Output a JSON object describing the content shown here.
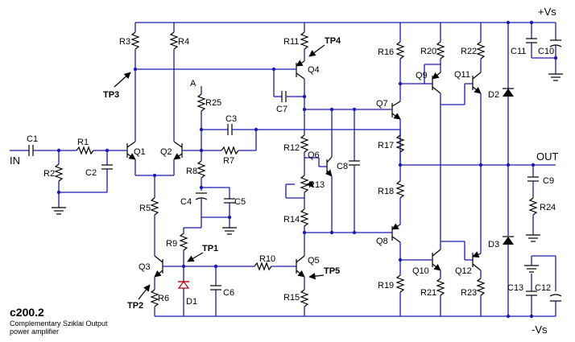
{
  "title": "c200.2",
  "subtitle_line1": "Complementary Sziklai Output",
  "subtitle_line2": "power amplifier",
  "rails": {
    "pos": "+Vs",
    "neg": "-Vs"
  },
  "io": {
    "input": "IN",
    "output": "OUT",
    "node_a": "A"
  },
  "resistors": [
    "R1",
    "R2",
    "R3",
    "R4",
    "R5",
    "R6",
    "R7",
    "R8",
    "R9",
    "R10",
    "R11",
    "R12",
    "R13",
    "R14",
    "R15",
    "R16",
    "R17",
    "R18",
    "R19",
    "R20",
    "R21",
    "R22",
    "R23",
    "R24",
    "R25"
  ],
  "capacitors": [
    "C1",
    "C2",
    "C3",
    "C4",
    "C5",
    "C6",
    "C7",
    "C8",
    "C9",
    "C10",
    "C11",
    "C12",
    "C13"
  ],
  "transistors": [
    "Q1",
    "Q2",
    "Q3",
    "Q4",
    "Q5",
    "Q6",
    "Q7",
    "Q8",
    "Q9",
    "Q10",
    "Q11",
    "Q12"
  ],
  "diodes": [
    "D1",
    "D2",
    "D3"
  ],
  "test_points": [
    "TP1",
    "TP2",
    "TP3",
    "TP4",
    "TP5"
  ]
}
